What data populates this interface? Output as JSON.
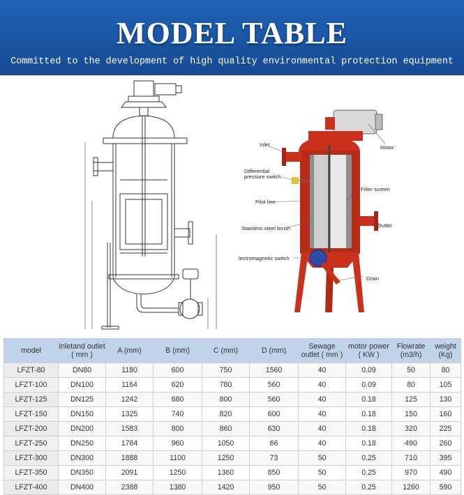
{
  "header": {
    "title": "MODEL TABLE",
    "subtitle": "Committed to the development of high quality environmental protection equipment"
  },
  "diagram_labels": {
    "inlet": "Inlet",
    "motor": "Motor",
    "differential_pressure_switch": "Differential pressure switch",
    "filter_screen": "Filter screen",
    "pilot_line": "Pilot line",
    "stainless_steel_brush": "Stainless steel brush",
    "outlet": "Outlet",
    "electromagnetic_switch": "lectromagnetic switch",
    "drain": "Drain"
  },
  "table": {
    "headers": [
      "model",
      "Inletand outlet ( mm )",
      "A (mm)",
      "B (mm)",
      "C (mm)",
      "D (mm)",
      "Sewage outlet ( mm )",
      "motor power ( KW )",
      "Flowrate (m3/h)",
      "weight (Kg)"
    ],
    "rows": [
      [
        "LFZT-80",
        "DN80",
        "1180",
        "600",
        "750",
        "1560",
        "40",
        "0.09",
        "50",
        "80"
      ],
      [
        "LFZT-100",
        "DN100",
        "1164",
        "620",
        "780",
        "560",
        "40",
        "0.09",
        "80",
        "105"
      ],
      [
        "LFZT-125",
        "DN125",
        "1242",
        "680",
        "800",
        "560",
        "40",
        "0.18",
        "125",
        "130"
      ],
      [
        "LFZT-150",
        "DN150",
        "1325",
        "740",
        "820",
        "600",
        "40",
        "0.18",
        "150",
        "160"
      ],
      [
        "LFZT-200",
        "DN200",
        "1583",
        "800",
        "860",
        "630",
        "40",
        "0.18",
        "320",
        "225"
      ],
      [
        "LFZT-250",
        "DN250",
        "1784",
        "960",
        "1050",
        "66",
        "40",
        "0.18",
        "490",
        "260"
      ],
      [
        "LFZT-300",
        "DN300",
        "1888",
        "1100",
        "1250",
        "73",
        "50",
        "0.25",
        "710",
        "395"
      ],
      [
        "LFZT-350",
        "DN350",
        "2091",
        "1250",
        "1360",
        "850",
        "50",
        "0.25",
        "970",
        "490"
      ],
      [
        "LFZT-400",
        "DN400",
        "2388",
        "1380",
        "1420",
        "950",
        "50",
        "0.25",
        "1260",
        "590"
      ]
    ]
  },
  "colors": {
    "header_blue": "#1a55a3",
    "table_header": "#bfd3ea",
    "filter_red": "#c8321c"
  }
}
